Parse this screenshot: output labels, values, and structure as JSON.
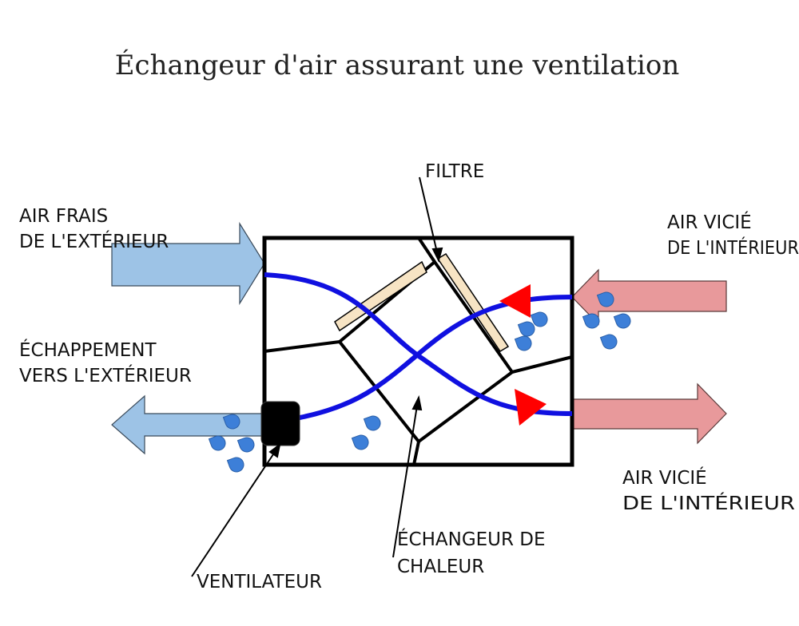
{
  "title": "Échangeur d'air assurant une ventilation",
  "labels": {
    "fresh_air": [
      "AIR FRAIS",
      "DE L'EXTÉRIEUR"
    ],
    "exhaust": [
      "ÉCHAPPEMENT",
      "VERS L'EXTÉRIEUR"
    ],
    "stale_air_in": [
      "AIR VICIÉ",
      "DE L'INTÉRIEUR"
    ],
    "stale_air_out": [
      "AIR VICIÉ",
      "DE L'INTÉRIEUR"
    ],
    "filter": "FILTRE",
    "heat_exchanger": [
      "ÉCHANGEUR DE",
      "CHALEUR"
    ],
    "fan": "VENTILATEUR"
  },
  "colors": {
    "cold_air": "#9dc3e6",
    "warm_air": "#e8999b",
    "airflow": "#1010e0",
    "direction_marker": "#ff0000",
    "droplet": "#3d7fd8",
    "filter": "#f7e4c4",
    "frame": "#000000"
  },
  "icons": [
    "droplet-icon",
    "fan-icon",
    "filter-icon",
    "arrow-icon"
  ]
}
